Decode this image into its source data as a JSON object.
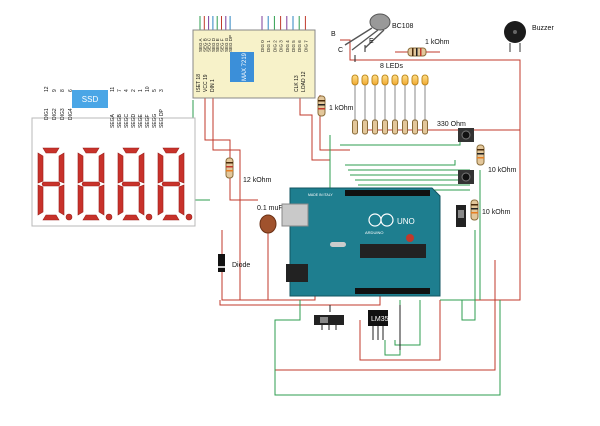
{
  "ssd": {
    "label": "SSD",
    "digit_pins": [
      "DIG1",
      "DIG2",
      "DIG3",
      "DIG4"
    ],
    "digit_pin_numbers": [
      "12",
      "9",
      "8",
      "6"
    ],
    "seg_pins": [
      "SEGA",
      "SEGB",
      "SEGC",
      "SEGD",
      "SEGE",
      "SEGF",
      "SEGG",
      "SEG DP"
    ],
    "seg_pin_numbers": [
      "11",
      "7",
      "4",
      "2",
      "1",
      "10",
      "5",
      "3"
    ]
  },
  "max7219": {
    "name": "MAX 7219",
    "top_pins": [
      "SEG A",
      "SEG B",
      "SEG C",
      "SEG D",
      "SEG E",
      "SEG F",
      "SEG G",
      "SEG DP"
    ],
    "top_pins_right": [
      "DIG 0",
      "DIG 1",
      "DIG 2",
      "DIG 3",
      "DIG 4",
      "DIG 5",
      "DIG 6",
      "DIG 7"
    ],
    "left_pins": [
      "ISET 18",
      "VCC 19",
      "DIN 1"
    ],
    "right_pins": [
      "CLK 13",
      "LOAD 12"
    ]
  },
  "transistor": {
    "name": "BC108",
    "pins": [
      "B",
      "C",
      "E"
    ]
  },
  "labels": {
    "buzzer": "Buzzer",
    "r_1k_top": "1 kOhm",
    "leds": "8 LEDs",
    "r_1k_left": "1 kOhm",
    "r_330": "330 Ohm",
    "r_10k_1": "10 kOhm",
    "r_10k_2": "10 kOhm",
    "r_12k": "12 kOhm",
    "cap": "0.1 muF",
    "diode": "Diode",
    "lm35": "LM35"
  },
  "arduino": {
    "brand": "ARDUINO",
    "model": "UNO",
    "made_in": "MADE IN ITALY"
  }
}
